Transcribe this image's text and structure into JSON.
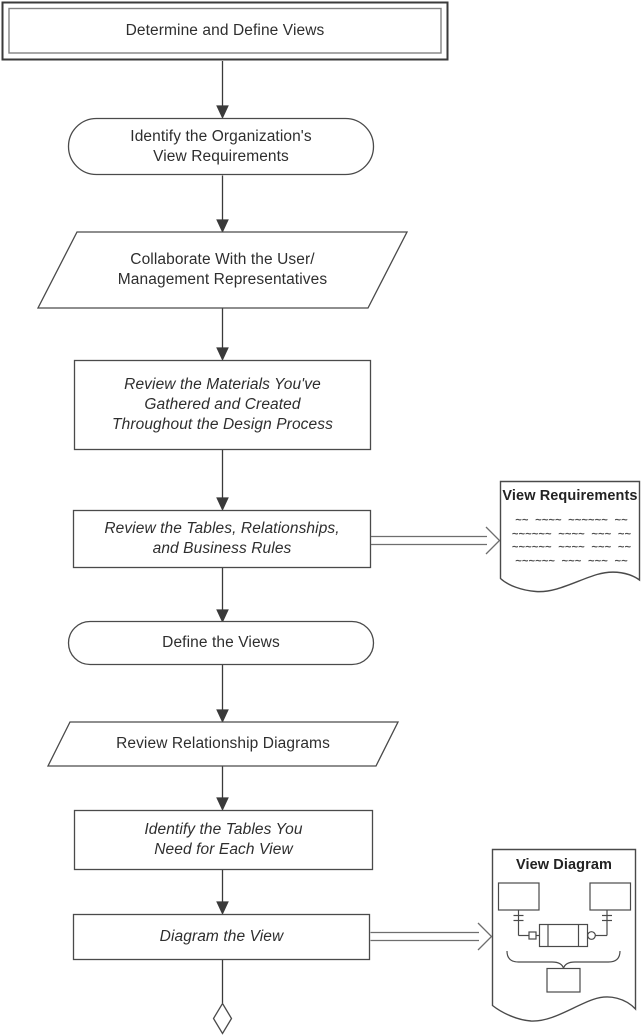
{
  "figure": {
    "kind": "flowchart",
    "colors": {
      "background": "#ffffff",
      "shape_stroke": "#4a4a4a",
      "arrow_stroke": "#3a3a3a",
      "double_connector_stroke": "#6e6e6e",
      "text": "#2e2e2e"
    },
    "flow": {
      "start": {
        "shape": "double-rectangle",
        "label": "Determine and Define Views"
      },
      "steps": [
        {
          "id": "identify-view-requirements",
          "shape": "terminator",
          "label": "Identify the Organization's\nView Requirements"
        },
        {
          "id": "collaborate",
          "shape": "parallelogram",
          "label": "Collaborate With the User/\nManagement Representatives"
        },
        {
          "id": "review-materials",
          "shape": "process-italic",
          "label": "Review the Materials You've\nGathered and Created\nThroughout the Design Process"
        },
        {
          "id": "review-tables",
          "shape": "process-italic",
          "label": "Review the Tables, Relationships,\nand Business Rules"
        },
        {
          "id": "define-views",
          "shape": "terminator",
          "label": "Define the Views"
        },
        {
          "id": "review-relationship-diagrams",
          "shape": "parallelogram",
          "label": "Review Relationship Diagrams"
        },
        {
          "id": "identify-tables",
          "shape": "process-italic",
          "label": "Identify the Tables You\nNeed for Each View"
        },
        {
          "id": "diagram-view",
          "shape": "process-italic",
          "label": "Diagram the View"
        }
      ],
      "terminal": {
        "shape": "small-diamond",
        "label": ""
      }
    },
    "documents": {
      "requirements": {
        "title": "View Requirements",
        "lines": [
          "~~ ~~~~ ~~~~~~ ~~",
          "~~~~~~ ~~~~ ~~~ ~~",
          "~~~~~~ ~~~~ ~~~ ~~",
          "~~~~~~ ~~~ ~~~ ~~"
        ]
      },
      "diagram": {
        "title": "View Diagram"
      }
    }
  }
}
